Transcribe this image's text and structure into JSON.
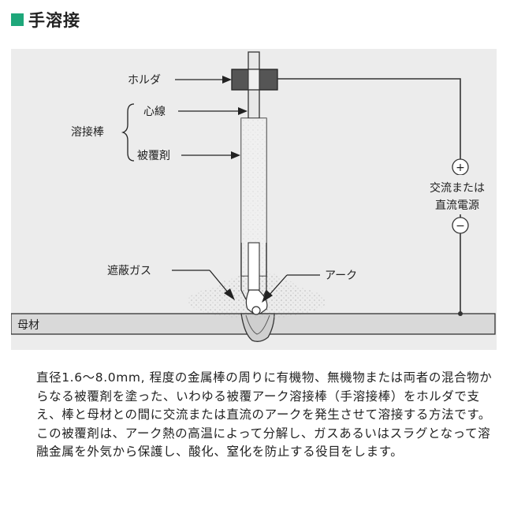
{
  "header": {
    "title": "手溶接",
    "marker_color": "#1ea77a"
  },
  "figure": {
    "labels": {
      "holder": "ホルダ",
      "core_wire": "心線",
      "electrode": "溶接棒",
      "flux": "被覆剤",
      "shield_gas": "遮蔽ガス",
      "arc": "アーク",
      "power_line1": "交流または",
      "power_line2": "直流電源",
      "base_metal": "母材"
    },
    "symbols": {
      "plus": "+",
      "minus": "−"
    }
  },
  "description": {
    "paragraph1": "直径1.6〜8.0mm, 程度の金属棒の周りに有機物、無機物または両者の混合物からなる被覆剤を塗った、いわゆる被覆アーク溶接棒（手溶接棒）をホルダで支え、棒と母材との間に交流または直流のアークを発生させて溶接する方法です。",
    "paragraph2": "この被覆剤は、アーク熱の高温によって分解し、ガスあるいはスラグとなって溶融金属を外気から保護し、酸化、窒化を防止する役目をします。"
  }
}
